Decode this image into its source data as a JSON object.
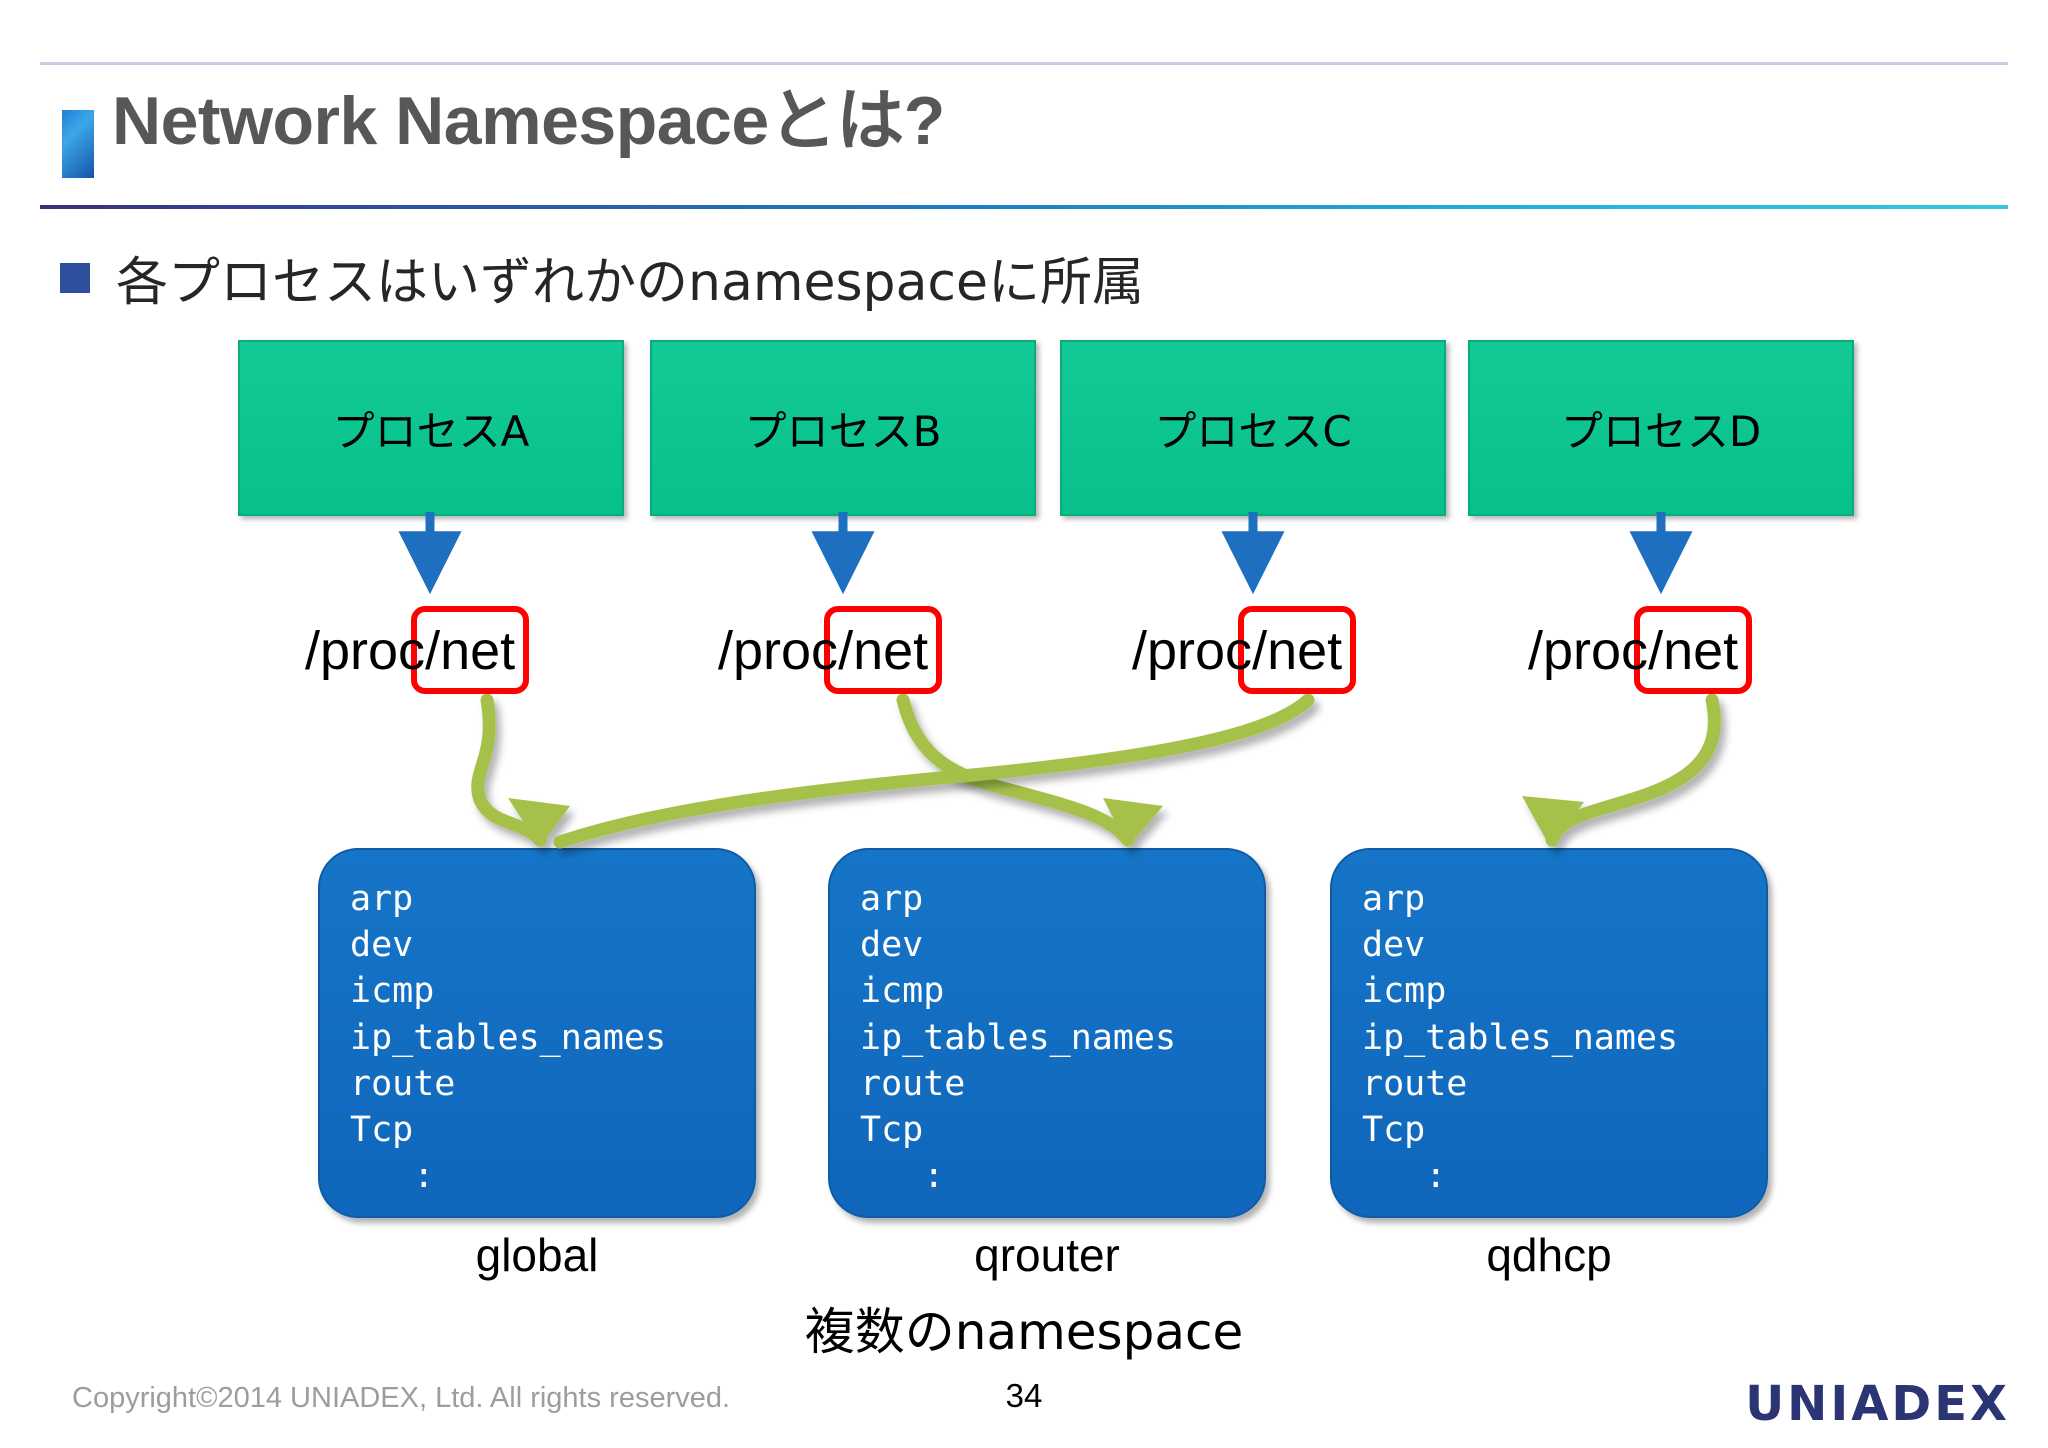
{
  "slide": {
    "title": "Network Namespaceとは?",
    "bullet": "各プロセスはいずれかのnamespaceに所属",
    "caption": "複数のnamespace",
    "page_number": "34"
  },
  "colors": {
    "title_text": "#575757",
    "title_marker": "#1f7fd6",
    "divider_gradient_start": "#3c2f7a",
    "divider_gradient_end": "#35c6e0",
    "bullet_square": "#2e4f9e",
    "process_box_fill": "#0bc08b",
    "namespace_box_fill": "#1070c4",
    "red_highlight": "#ff0000",
    "blue_arrow": "#1f6fc0",
    "green_arrow": "#a6c14a",
    "logo": "#2b3573",
    "footer_text": "#9d9d9d"
  },
  "processes": [
    {
      "label": "プロセスA"
    },
    {
      "label": "プロセスB"
    },
    {
      "label": "プロセスC"
    },
    {
      "label": "プロセスD"
    }
  ],
  "proc_paths": [
    {
      "prefix": "/proc",
      "highlighted": "/net"
    },
    {
      "prefix": "/proc",
      "highlighted": "/net"
    },
    {
      "prefix": "/proc",
      "highlighted": "/net"
    },
    {
      "prefix": "/proc",
      "highlighted": "/net"
    }
  ],
  "namespaces": [
    {
      "label": "global",
      "entries": "arp\ndev\nicmp\nip_tables_names\nroute\nTcp\n   :"
    },
    {
      "label": "qrouter",
      "entries": "arp\ndev\nicmp\nip_tables_names\nroute\nTcp\n   :"
    },
    {
      "label": "qdhcp",
      "entries": "arp\ndev\nicmp\nip_tables_names\nroute\nTcp\n   :"
    }
  ],
  "footer": {
    "copyright": "Copyright©2014 UNIADEX, Ltd. All rights reserved.",
    "logo": "UNIADEX"
  }
}
